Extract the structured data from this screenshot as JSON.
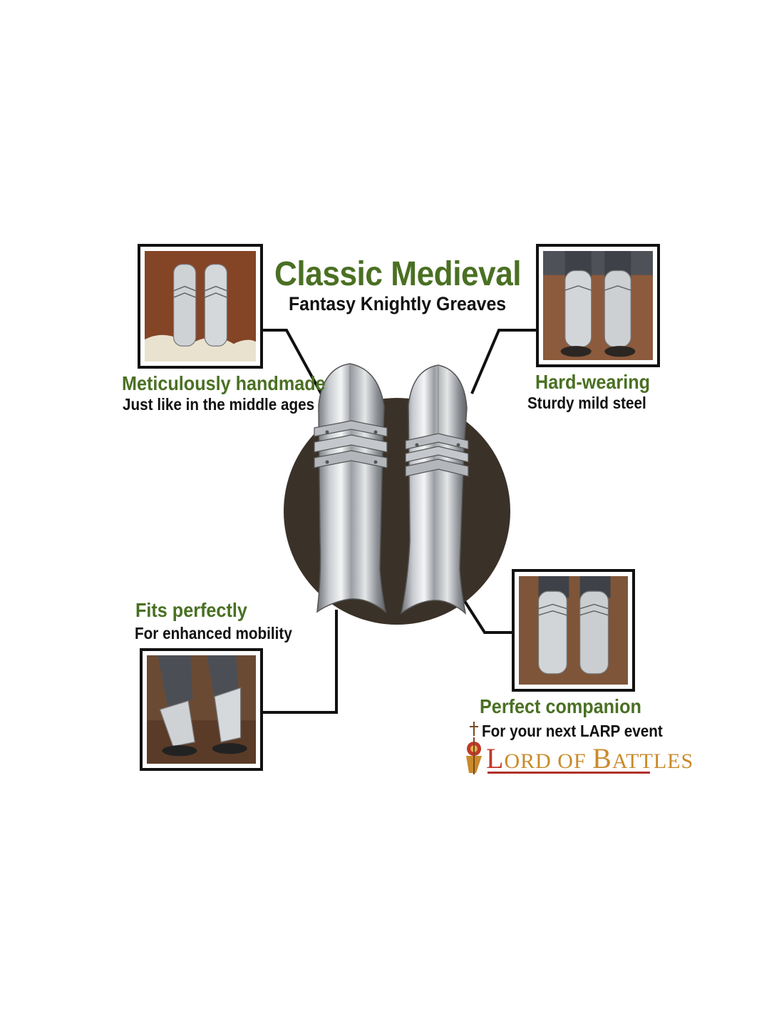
{
  "header": {
    "title": "Classic Medieval",
    "subtitle": "Fantasy Knightly Greaves"
  },
  "features": [
    {
      "title": "Meticulously handmade",
      "subtitle": "Just like in the middle ages"
    },
    {
      "title": "Hard-wearing",
      "subtitle": "Sturdy mild steel"
    },
    {
      "title": "Fits perfectly",
      "subtitle": "For enhanced mobility"
    },
    {
      "title": "Perfect companion",
      "subtitle": "For your next LARP event"
    }
  ],
  "logo": {
    "initial_l": "L",
    "part1": "ORD OF ",
    "initial_b": "B",
    "part2": "ATTLES"
  },
  "colors": {
    "accent_green": "#4a7023",
    "background_circle": "#3a3128",
    "logo_gold": "#c98a2b",
    "logo_red": "#b0302a"
  },
  "icons": [
    "greaves-product-image",
    "photo-greaves-on-fur",
    "photo-greaves-worn-front",
    "photo-greaves-worn-walking",
    "photo-greaves-worn-side",
    "sword-icon",
    "logo-emblem-icon"
  ]
}
